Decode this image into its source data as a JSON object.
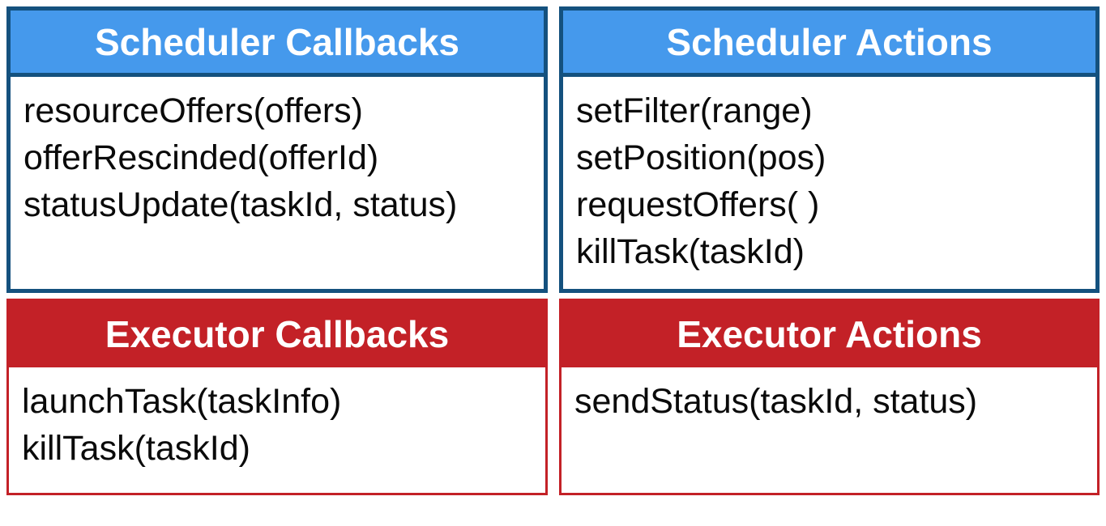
{
  "diagram": {
    "boxes": [
      {
        "title": "Scheduler Callbacks",
        "items": [
          "resourceOffers(offers)",
          "offerRescinded(offerId)",
          "statusUpdate(taskId, status)"
        ]
      },
      {
        "title": "Scheduler Actions",
        "items": [
          "setFilter(range)",
          "setPosition(pos)",
          "requestOffers( )",
          "killTask(taskId)"
        ]
      },
      {
        "title": "Executor Callbacks",
        "items": [
          "launchTask(taskInfo)",
          "killTask(taskId)"
        ]
      },
      {
        "title": "Executor Actions",
        "items": [
          "sendStatus(taskId, status)"
        ]
      }
    ],
    "colors": {
      "scheduler_header_fill": "#4599EC",
      "scheduler_border": "#14517E",
      "executor_fill": "#C32127",
      "header_text": "#FFFFFF",
      "body_text": "#0A0A0A"
    }
  }
}
